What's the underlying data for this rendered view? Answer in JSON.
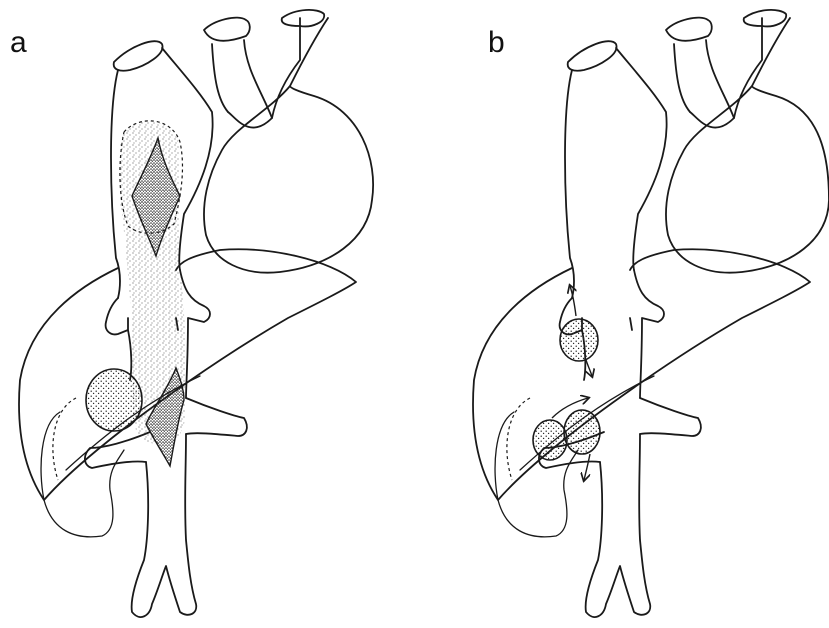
{
  "figure": {
    "panels": [
      {
        "id": "a",
        "label": "a"
      },
      {
        "id": "b",
        "label": "b"
      }
    ]
  },
  "colors": {
    "ink": "#1a1a1a",
    "background": "#ffffff"
  }
}
